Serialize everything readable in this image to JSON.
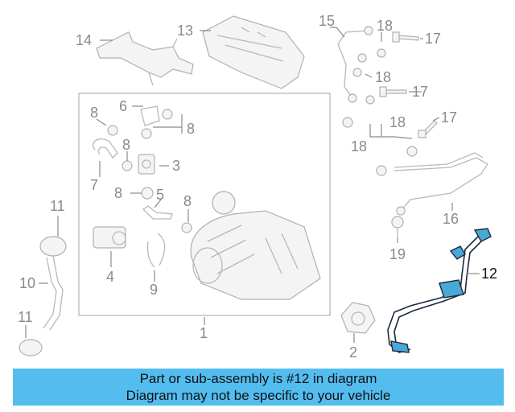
{
  "labels": {
    "l1": "1",
    "l2": "2",
    "l3": "3",
    "l4": "4",
    "l5": "5",
    "l6": "6",
    "l7": "7",
    "l8a": "8",
    "l8b": "8",
    "l8c": "8",
    "l8d": "8",
    "l8e": "8",
    "l9": "9",
    "l10": "10",
    "l11a": "11",
    "l11b": "11",
    "l12": "12",
    "l13": "13",
    "l14": "14",
    "l15": "15",
    "l16": "16",
    "l17a": "17",
    "l17b": "17",
    "l17c": "17",
    "l18a": "18",
    "l18b": "18",
    "l18c": "18",
    "l18d": "18",
    "l18e": "18",
    "l19": "19"
  },
  "banner": {
    "line1": "Part or sub-assembly is #12 in diagram",
    "line2": "Diagram may not be specific to your vehicle"
  },
  "colors": {
    "banner": "#53bdf0",
    "highlight": "#4aa8d8"
  }
}
